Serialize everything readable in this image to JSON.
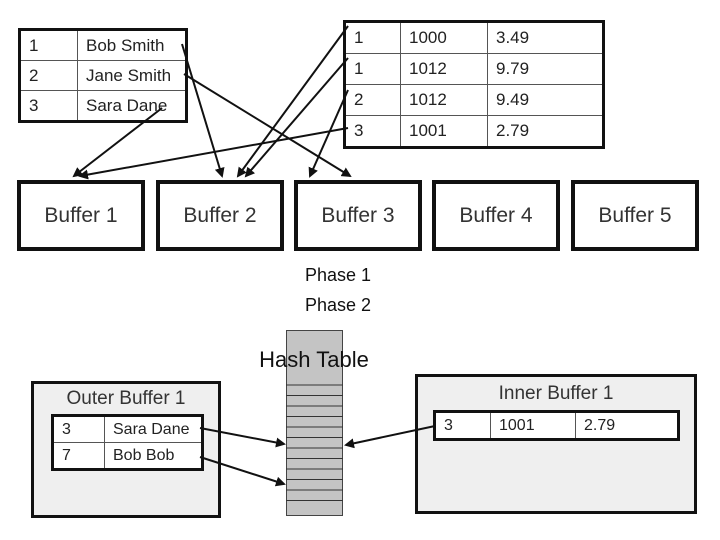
{
  "employees": [
    {
      "id": "1",
      "name": "Bob Smith"
    },
    {
      "id": "2",
      "name": "Jane Smith"
    },
    {
      "id": "3",
      "name": "Sara Dane"
    }
  ],
  "orders": [
    {
      "id": "1",
      "order": "1000",
      "amount": "3.49"
    },
    {
      "id": "1",
      "order": "1012",
      "amount": "9.79"
    },
    {
      "id": "2",
      "order": "1012",
      "amount": "9.49"
    },
    {
      "id": "3",
      "order": "1001",
      "amount": "2.79"
    }
  ],
  "buffers": [
    "Buffer 1",
    "Buffer 2",
    "Buffer 3",
    "Buffer 4",
    "Buffer 5"
  ],
  "phases": [
    "Phase 1",
    "Phase 2"
  ],
  "hash_table": {
    "title": "Hash Table",
    "slots": 12
  },
  "outer_buffer": {
    "title": "Outer Buffer 1",
    "rows": [
      {
        "id": "3",
        "name": "Sara Dane"
      },
      {
        "id": "7",
        "name": "Bob Bob"
      }
    ]
  },
  "inner_buffer": {
    "title": "Inner Buffer 1",
    "rows": [
      {
        "id": "3",
        "order": "1001",
        "amount": "2.79"
      }
    ]
  }
}
